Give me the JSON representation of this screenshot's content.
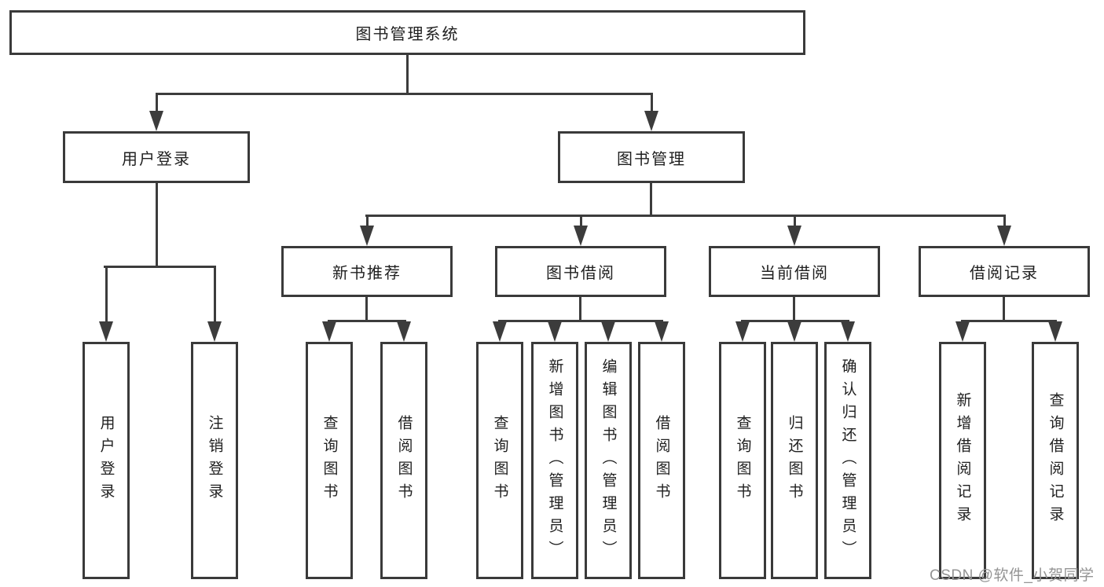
{
  "diagram": {
    "root_label": "图书管理系统",
    "branches": [
      {
        "label": "用户登录",
        "children": [
          "用户登录",
          "注销登录"
        ]
      },
      {
        "label": "图书管理",
        "sections": [
          {
            "label": "新书推荐",
            "children": [
              "查询图书",
              "借阅图书"
            ]
          },
          {
            "label": "图书借阅",
            "children": [
              "查询图书",
              "新增图书（管理员）",
              "编辑图书（管理员）",
              "借阅图书"
            ]
          },
          {
            "label": "当前借阅",
            "children": [
              "查询图书",
              "归还图书",
              "确认归还（管理员）"
            ]
          },
          {
            "label": "借阅记录",
            "children": [
              "新增借阅记录",
              "查询借阅记录"
            ]
          }
        ]
      }
    ],
    "watermark": "CSDN @软件_小贺同学",
    "colors": {
      "line": "#3c3c3c",
      "text": "#1f1f1f",
      "watermark": "#949494",
      "background": "#ffffff"
    }
  }
}
